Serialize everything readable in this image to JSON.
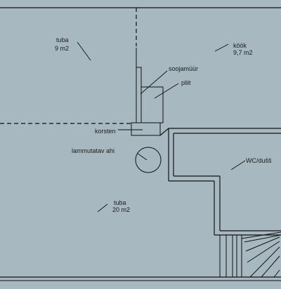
{
  "rooms": {
    "tuba_small": {
      "name": "tuba",
      "area": "9 m2"
    },
    "kook": {
      "name": "köök",
      "area": "9,7 m2"
    },
    "tuba_large": {
      "name": "tuba",
      "area": "20 m2"
    },
    "wc": {
      "name": "WC/dušš"
    }
  },
  "elements": {
    "soojamuur": "soojamüür",
    "pliit": "pliit",
    "korsten": "korsten",
    "ahi": "lammutatav ahi"
  },
  "colors": {
    "floor": "#a7b8c1",
    "wall_fill": "#ffffff",
    "line": "#111111",
    "background": "#ffffff"
  }
}
